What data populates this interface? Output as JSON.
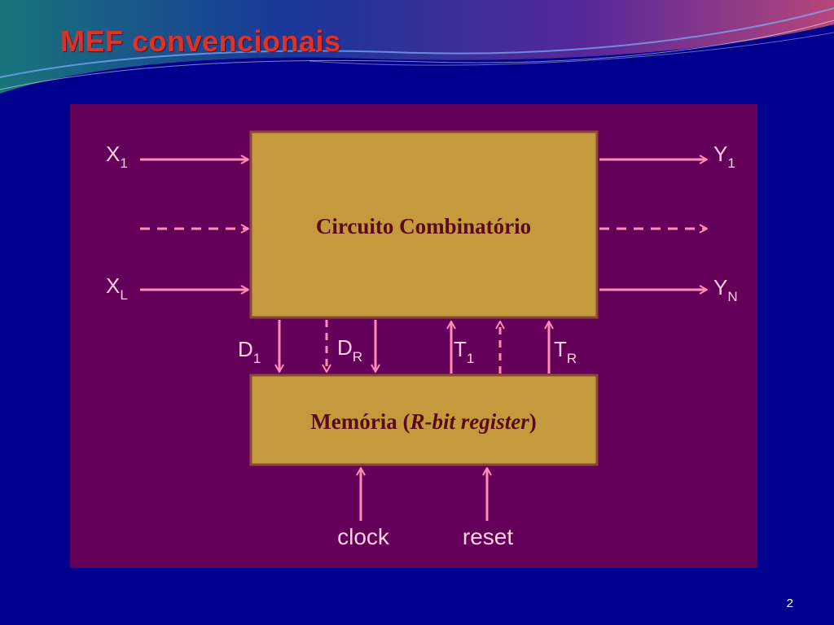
{
  "slide": {
    "title": "MEF convencionais",
    "page_number": "2"
  },
  "diagram": {
    "combinational_block": "Circuito Combinatório",
    "memory_block": {
      "prefix": "Memória (",
      "italic": "R-bit register",
      "suffix": ")"
    },
    "inputs": {
      "first": {
        "base": "X",
        "sub": "1"
      },
      "last": {
        "base": "X",
        "sub": "L"
      }
    },
    "outputs": {
      "first": {
        "base": "Y",
        "sub": "1"
      },
      "last": {
        "base": "Y",
        "sub": "N"
      }
    },
    "next_state": {
      "first": {
        "base": "D",
        "sub": "1"
      },
      "last": {
        "base": "D",
        "sub": "R"
      }
    },
    "present_state": {
      "first": {
        "base": "T",
        "sub": "1"
      },
      "last": {
        "base": "T",
        "sub": "R"
      }
    },
    "clock_label": "clock",
    "reset_label": "reset"
  },
  "colors": {
    "background": "#00008f",
    "panel": "#65005a",
    "block_fill": "#c49a3c",
    "block_border": "#8a4a36",
    "arrow": "#ff8cb4",
    "title": "#d9342c",
    "block_text": "#5a0a1a"
  }
}
